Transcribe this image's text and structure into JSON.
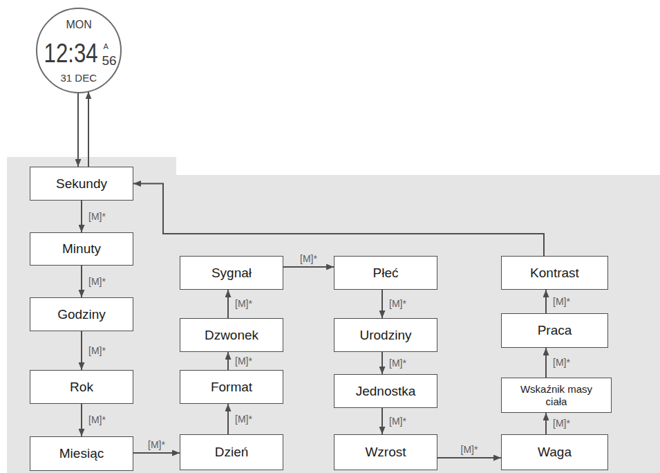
{
  "diagram": {
    "nodes": [
      {
        "text": [
          "MON",
          "12:34",
          "A",
          "56",
          "31 DEC"
        ]
      },
      {
        "text": [
          "Sekundy"
        ]
      },
      {
        "text": [
          "Minuty"
        ]
      },
      {
        "text": [
          "Godziny"
        ]
      },
      {
        "text": [
          "Rok"
        ]
      },
      {
        "text": [
          "Miesiąc"
        ]
      },
      {
        "text": [
          "Dzień"
        ]
      },
      {
        "text": [
          "Format"
        ]
      },
      {
        "text": [
          "Dzwonek"
        ]
      },
      {
        "text": [
          "Sygnał"
        ]
      },
      {
        "text": [
          "Płeć"
        ]
      },
      {
        "text": [
          "Urodziny"
        ]
      },
      {
        "text": [
          "Jednostka"
        ]
      },
      {
        "text": [
          "Wzrost"
        ]
      },
      {
        "text": [
          "Waga"
        ]
      },
      {
        "text": [
          "Wskaźnik masy ciała"
        ]
      },
      {
        "text": [
          "Praca"
        ]
      },
      {
        "text": [
          "Kontrast"
        ]
      }
    ],
    "edges": [
      {
        "from": 0,
        "to": 1,
        "arrow": "to"
      },
      {
        "from": 1,
        "to": 0,
        "arrow": "to"
      },
      {
        "from": 1,
        "to": 2,
        "arrow": "to",
        "label": "[M]*"
      },
      {
        "from": 2,
        "to": 3,
        "arrow": "to",
        "label": "[M]*"
      },
      {
        "from": 3,
        "to": 4,
        "arrow": "to",
        "label": "[M]*"
      },
      {
        "from": 4,
        "to": 5,
        "arrow": "to",
        "label": "[M]*"
      },
      {
        "from": 5,
        "to": 6,
        "arrow": "to",
        "label": "[M]*"
      },
      {
        "from": 6,
        "to": 7,
        "arrow": "to",
        "label": "[M]*"
      },
      {
        "from": 7,
        "to": 8,
        "arrow": "to",
        "label": "[M]*"
      },
      {
        "from": 8,
        "to": 9,
        "arrow": "to",
        "label": "[M]*"
      },
      {
        "from": 9,
        "to": 10,
        "arrow": "to",
        "label": "[M]*"
      },
      {
        "from": 10,
        "to": 11,
        "arrow": "to",
        "label": "[M]*"
      },
      {
        "from": 11,
        "to": 12,
        "arrow": "to",
        "label": "[M]*"
      },
      {
        "from": 12,
        "to": 13,
        "arrow": "to",
        "label": "[M]*"
      },
      {
        "from": 13,
        "to": 14,
        "arrow": "to",
        "label": "[M]*"
      },
      {
        "from": 14,
        "to": 15,
        "arrow": "to",
        "label": "[M]*"
      },
      {
        "from": 15,
        "to": 16,
        "arrow": "to",
        "label": "[M]*"
      },
      {
        "from": 16,
        "to": 17,
        "arrow": "to",
        "label": "[M]*"
      },
      {
        "from": 17,
        "to": 1,
        "arrow": "to"
      }
    ]
  }
}
